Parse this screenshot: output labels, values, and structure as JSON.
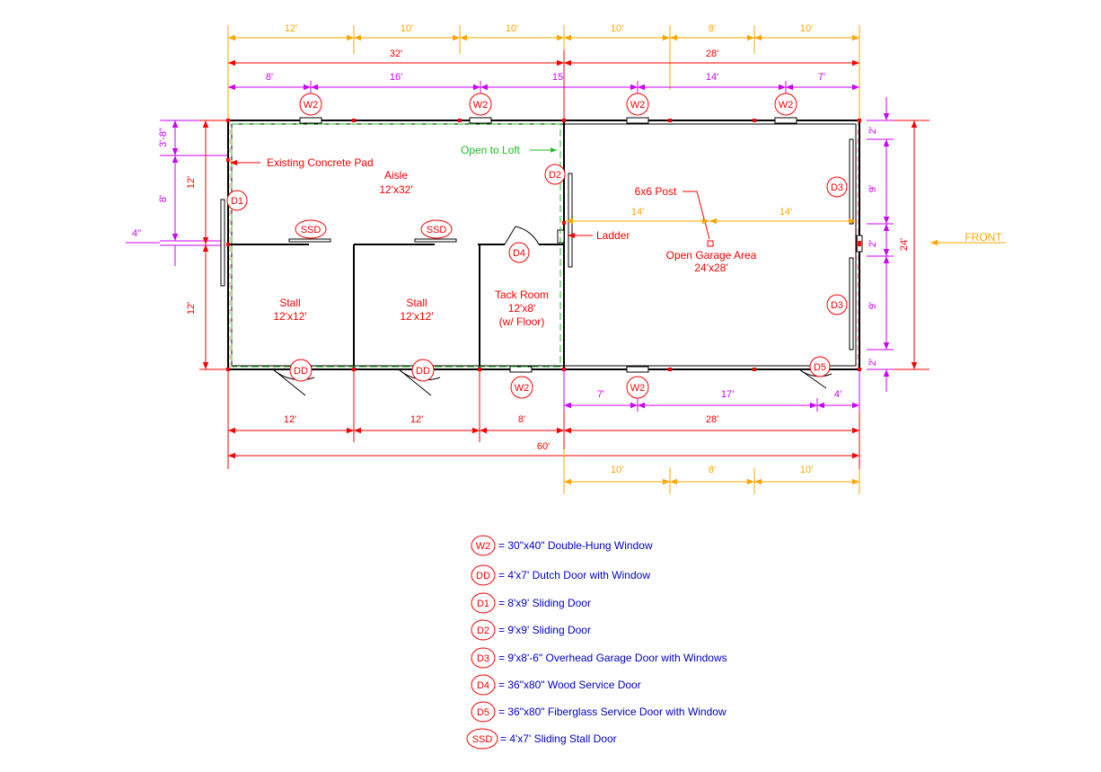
{
  "dimensions": {
    "top_orange": [
      "12'",
      "10'",
      "10'",
      "10'",
      "8'",
      "10'"
    ],
    "top_red": [
      "32'",
      "28'"
    ],
    "top_magenta": [
      "8'",
      "16'",
      "15'",
      "14'",
      "7'"
    ],
    "left": [
      "3'-8\"",
      "8'",
      "12'",
      "12'",
      "4\""
    ],
    "right": [
      "2'",
      "9'",
      "2'",
      "9'",
      "2'",
      "24'"
    ],
    "bottom_magenta": [
      "7'",
      "17'",
      "4'"
    ],
    "bottom_red_row1": [
      "12'",
      "12'",
      "8'",
      "28'"
    ],
    "bottom_total": "60'",
    "bottom_orange": [
      "10'",
      "8'",
      "10'"
    ],
    "post_spacing": [
      "14'",
      "14'"
    ]
  },
  "labels": {
    "existing_pad": "Existing Concrete Pad",
    "open_to_loft": "Open to Loft",
    "aisle_name": "Aisle",
    "aisle_size": "12'x32'",
    "stall1_name": "Stall",
    "stall1_size": "12'x12'",
    "stall2_name": "Stall",
    "stall2_size": "12'x12'",
    "tack_name": "Tack Room",
    "tack_size": "12'x8'",
    "tack_note": "(w/ Floor)",
    "post": "6x6 Post",
    "ladder": "Ladder",
    "garage_name": "Open Garage Area",
    "garage_size": "24'x28'",
    "front": "FRONT"
  },
  "tags": {
    "w2": "W2",
    "dd": "DD",
    "ssd": "SSD",
    "d1": "D1",
    "d2": "D2",
    "d3": "D3",
    "d4": "D4",
    "d5": "D5"
  },
  "legend": [
    {
      "tag": "W2",
      "text": "= 30\"x40\" Double-Hung Window"
    },
    {
      "tag": "DD",
      "text": "= 4'x7' Dutch Door with Window"
    },
    {
      "tag": "D1",
      "text": "= 8'x9' Sliding Door"
    },
    {
      "tag": "D2",
      "text": "= 9'x9' Sliding Door"
    },
    {
      "tag": "D3",
      "text": "= 9'x8'-6\" Overhead Garage Door with Windows"
    },
    {
      "tag": "D4",
      "text": "= 36\"x80\" Wood Service Door"
    },
    {
      "tag": "D5",
      "text": "= 36\"x80\" Fiberglass Service Door with Window"
    },
    {
      "tag": "SSD",
      "text": "= 4'x7' Sliding Stall Door"
    }
  ],
  "colors": {
    "orange": "#ffa500",
    "red": "#ff0000",
    "magenta": "#cc00ff",
    "green": "#22bb22",
    "blue": "#0000cc",
    "wall": "#000000"
  }
}
